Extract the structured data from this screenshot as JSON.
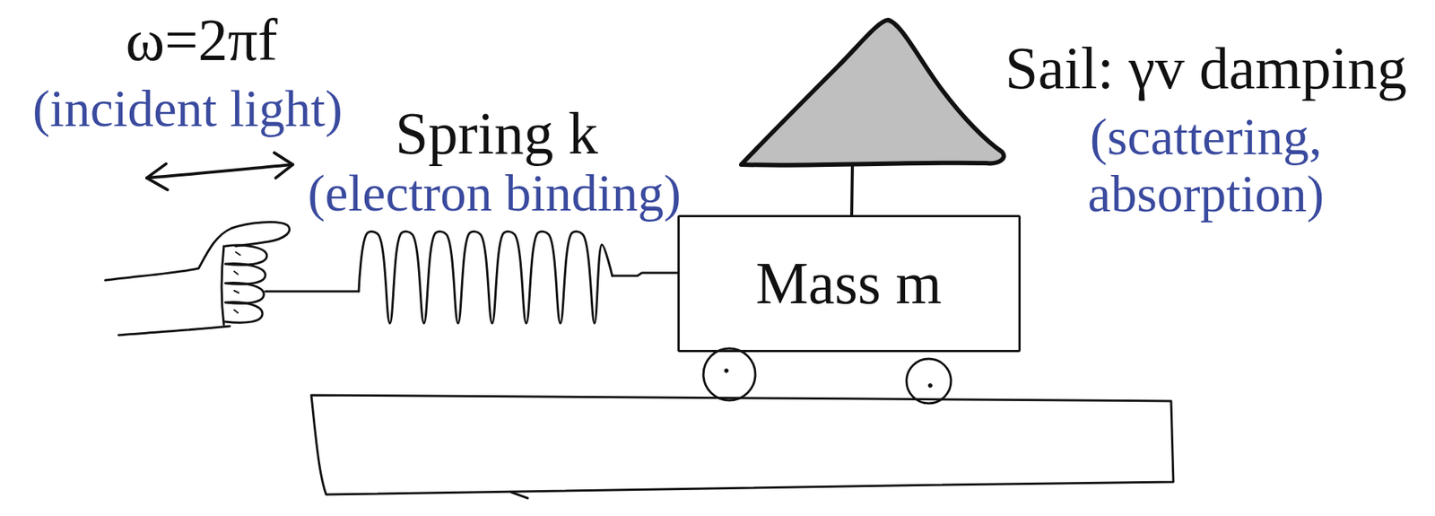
{
  "diagram": {
    "nodes": [
      {
        "text": [
          "Mass m"
        ]
      }
    ],
    "labels": [
      "ω=2πf",
      "(incident light)",
      "Spring k",
      "(electron binding)",
      "Sail: γv damping",
      "(scattering, absorption)"
    ]
  }
}
